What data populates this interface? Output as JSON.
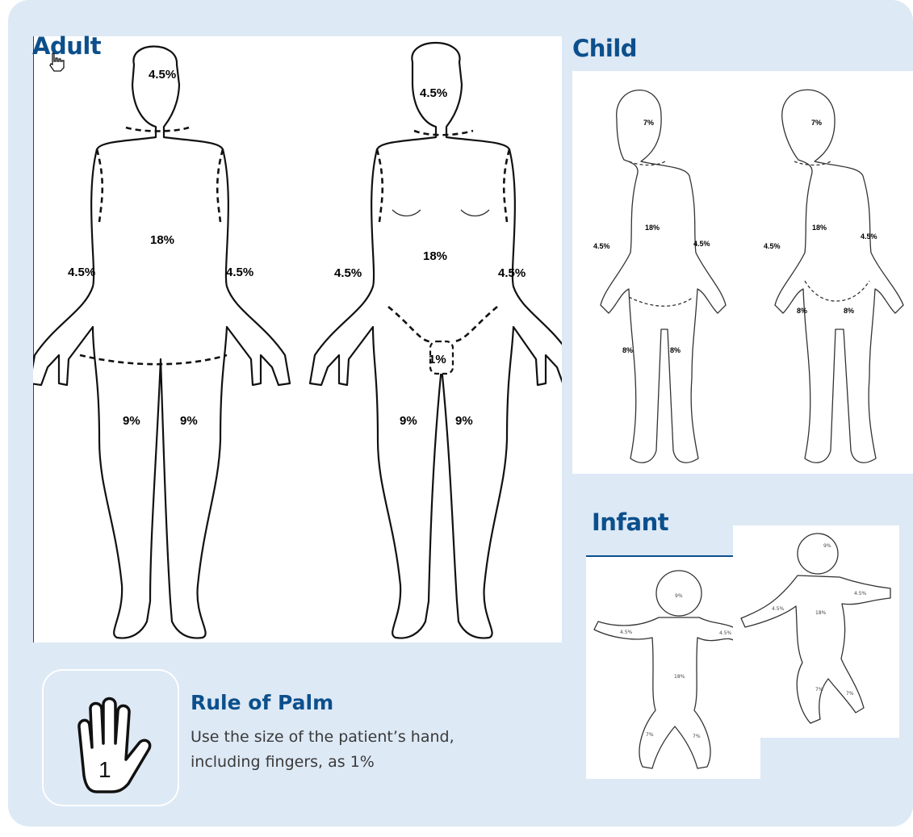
{
  "sections": {
    "adult": "Adult",
    "child": "Child",
    "infant": "Infant"
  },
  "adult_back": {
    "head": "4.5%",
    "trunk": "18%",
    "arm_left": "4.5%",
    "arm_right": "4.5%",
    "leg_left": "9%",
    "leg_right": "9%"
  },
  "adult_front": {
    "head": "4.5%",
    "trunk": "18%",
    "arm_left": "4.5%",
    "arm_right": "4.5%",
    "genital": "1%",
    "leg_left": "9%",
    "leg_right": "9%"
  },
  "child_back": {
    "head": "7%",
    "trunk": "18%",
    "arm_left": "4.5%",
    "arm_right": "4.5%",
    "leg_left": "8%",
    "leg_right": "8%"
  },
  "child_front": {
    "head": "7%",
    "trunk": "18%",
    "arm_left": "4.5%",
    "arm_right": "4.5%",
    "leg_left": "8%",
    "leg_right": "8%"
  },
  "infant_front": {
    "head": "9%",
    "trunk": "18%",
    "arm_left": "4.5%",
    "arm_right": "4.5%",
    "leg_left": "7%",
    "leg_right": "7%"
  },
  "infant_back": {
    "head": "9%",
    "trunk": "18%",
    "arm_left": "4.5%",
    "arm_right": "4.5%",
    "leg_left": "7%",
    "leg_right": "7%"
  },
  "palm": {
    "number": "1",
    "title": "Rule of Palm",
    "description": "Use the size of the patient’s hand, including fingers, as 1%"
  },
  "colors": {
    "panel_background": "#dde9f5",
    "heading_blue": "#0c4f8c",
    "body_text": "#3a3a3a"
  },
  "icons": [
    "hand-pointer-cursor-icon",
    "open-hand-icon"
  ]
}
